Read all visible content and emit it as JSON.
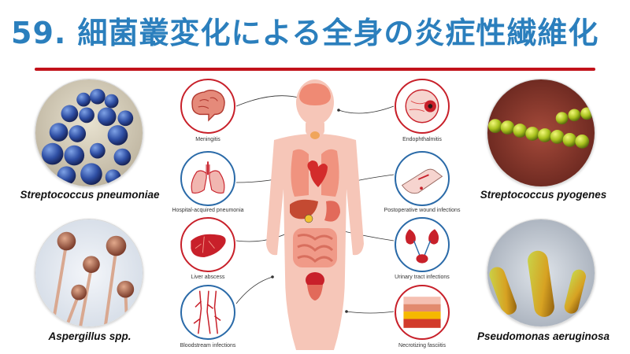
{
  "header": {
    "title": "59. 細菌叢変化による全身の炎症性繊維化"
  },
  "organisms": [
    {
      "name": "Streptococcus pneumoniae",
      "image": "blue-cocci-micrograph"
    },
    {
      "name": "Aspergillus spp.",
      "image": "fungal-conidiophores-micrograph"
    },
    {
      "name": "Streptococcus pyogenes",
      "image": "green-cocci-chain-micrograph"
    },
    {
      "name": "Pseudomonas aeruginosa",
      "image": "rod-bacteria-micrograph"
    }
  ],
  "conditions": [
    {
      "label": "Meningitis",
      "icon": "brain-icon",
      "color": "#c8202a"
    },
    {
      "label": "Hospital-acquired pneumonia",
      "icon": "lungs-icon",
      "color": "#2a6aa8"
    },
    {
      "label": "Liver abscess",
      "icon": "liver-icon",
      "color": "#c8202a"
    },
    {
      "label": "Bloodstream infections",
      "icon": "blood-vessels-icon",
      "color": "#2a6aa8"
    },
    {
      "label": "Endophthalmitis",
      "icon": "eye-icon",
      "color": "#c8202a"
    },
    {
      "label": "Postoperative wound infections",
      "icon": "wound-icon",
      "color": "#2a6aa8"
    },
    {
      "label": "Urinary tract infections",
      "icon": "kidneys-icon",
      "color": "#2a6aa8"
    },
    {
      "label": "Necrotizing fasciitis",
      "icon": "tissue-layers-icon",
      "color": "#c8202a"
    }
  ],
  "colors": {
    "title": "#2b7fbd",
    "rule": "#c2121a",
    "red_ring": "#c8202a",
    "blue_ring": "#2a6aa8",
    "body": "#f6c6b8"
  }
}
